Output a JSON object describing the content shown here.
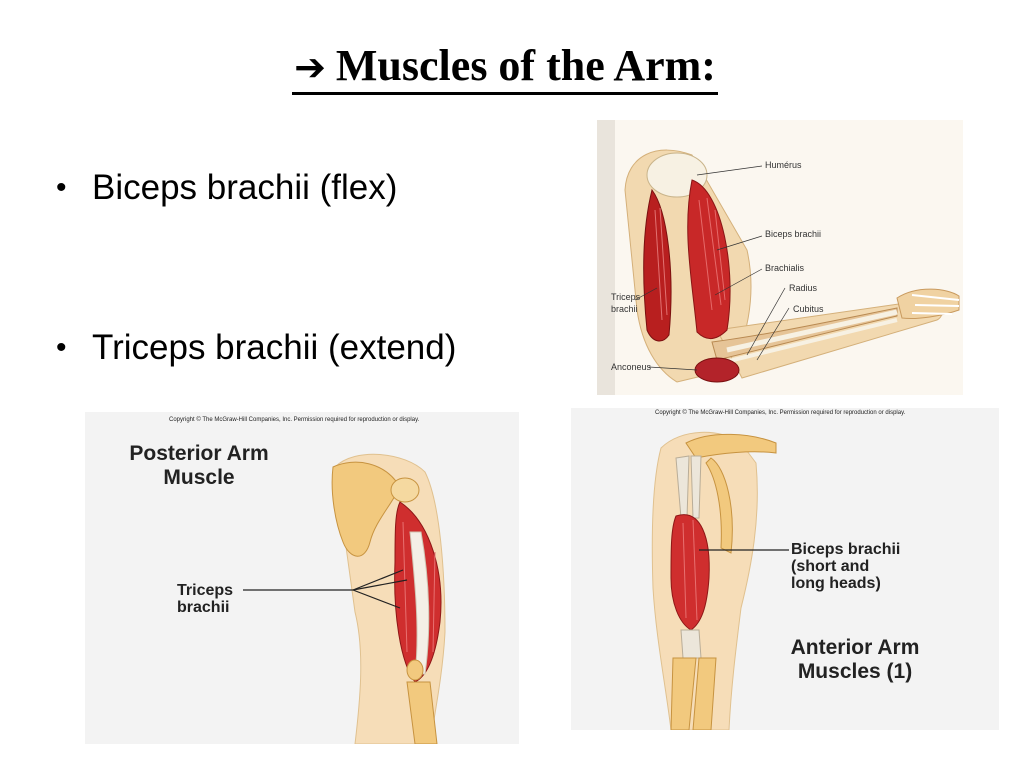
{
  "slide": {
    "title_arrow": "➔",
    "title": "Muscles of the Arm:",
    "bullets": [
      {
        "bullet": "•",
        "text": "Biceps brachii (flex)"
      },
      {
        "bullet": "•",
        "text": "Triceps brachii (extend)"
      }
    ]
  },
  "figure_lateral": {
    "labels": {
      "humerus": "Humérus",
      "biceps": "Biceps brachii",
      "brachialis": "Brachialis",
      "radius": "Radius",
      "cubitus": "Cubitus",
      "triceps_line1": "Triceps",
      "triceps_line2": "brachii",
      "anconeus": "Anconeus"
    }
  },
  "figure_posterior": {
    "copyright": "Copyright © The McGraw-Hill Companies, Inc. Permission required for reproduction or display.",
    "title_line1": "Posterior Arm",
    "title_line2": "Muscle",
    "label_line1": "Triceps",
    "label_line2": "brachii"
  },
  "figure_anterior": {
    "copyright": "Copyright © The McGraw-Hill Companies, Inc. Permission required for reproduction or display.",
    "label_line1": "Biceps brachii",
    "label_line2": "(short and",
    "label_line3": "long heads)",
    "title_line1": "Anterior Arm",
    "title_line2": "Muscles (1)"
  }
}
